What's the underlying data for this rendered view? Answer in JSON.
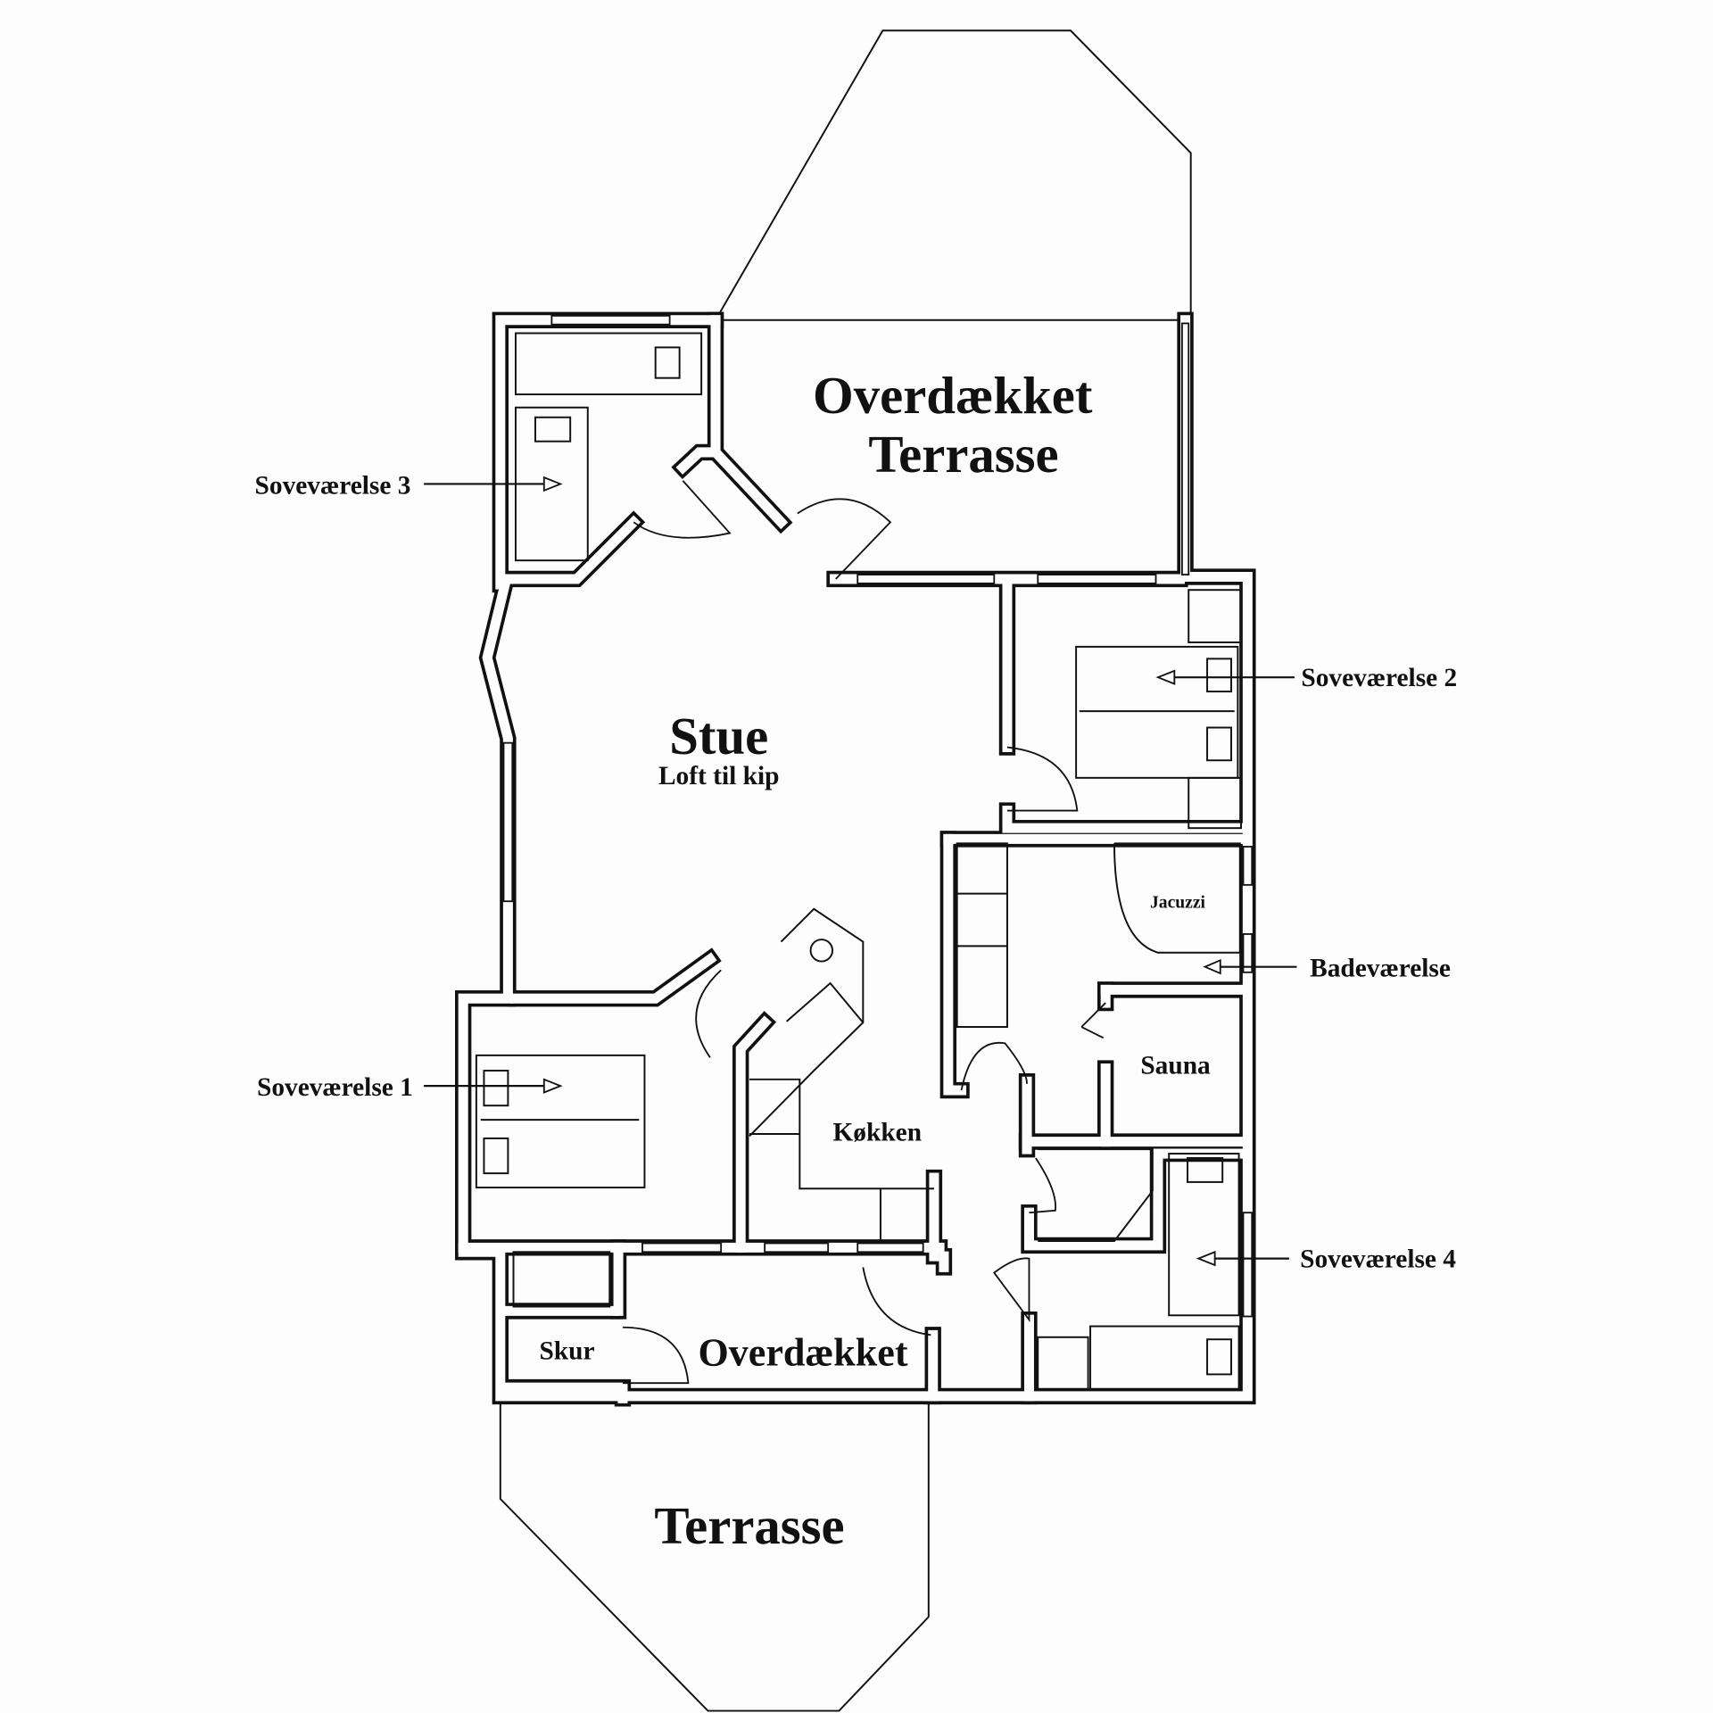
{
  "plan": {
    "rooms": {
      "covered_terrace_top_line1": "Overdækket",
      "covered_terrace_top_line2": "Terrasse",
      "living": "Stue",
      "living_note": "Loft til kip",
      "kitchen": "Køkken",
      "jacuzzi": "Jacuzzi",
      "sauna": "Sauna",
      "shed": "Skur",
      "covered_bottom": "Overdækket",
      "terrace_bottom": "Terrasse"
    },
    "callouts": {
      "bedroom3": "Soveværelse 3",
      "bedroom2": "Soveværelse 2",
      "bedroom1": "Soveværelse 1",
      "bathroom": "Badeværelse",
      "bedroom4": "Soveværelse 4"
    }
  }
}
